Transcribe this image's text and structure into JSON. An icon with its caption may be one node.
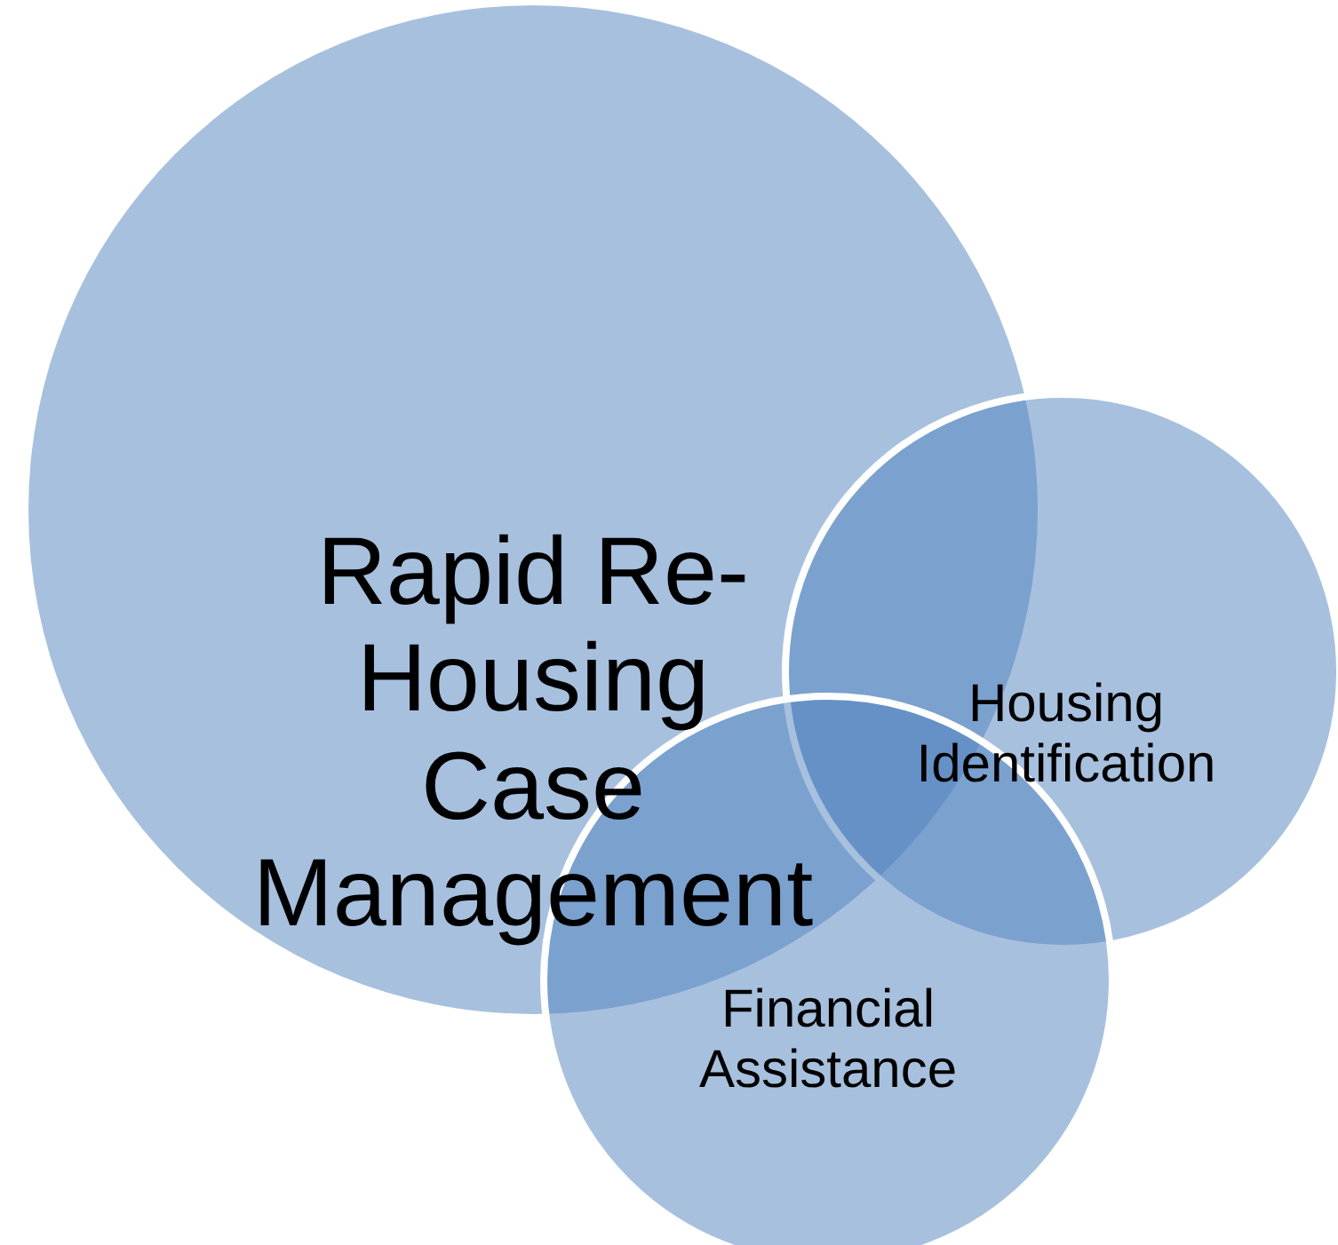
{
  "diagram": {
    "nodes": [
      {
        "text": [
          "Rapid Re-Housing Case Management"
        ]
      },
      {
        "text": [
          "Housing Identification"
        ]
      },
      {
        "text": [
          "Financial Assistance"
        ]
      }
    ]
  }
}
